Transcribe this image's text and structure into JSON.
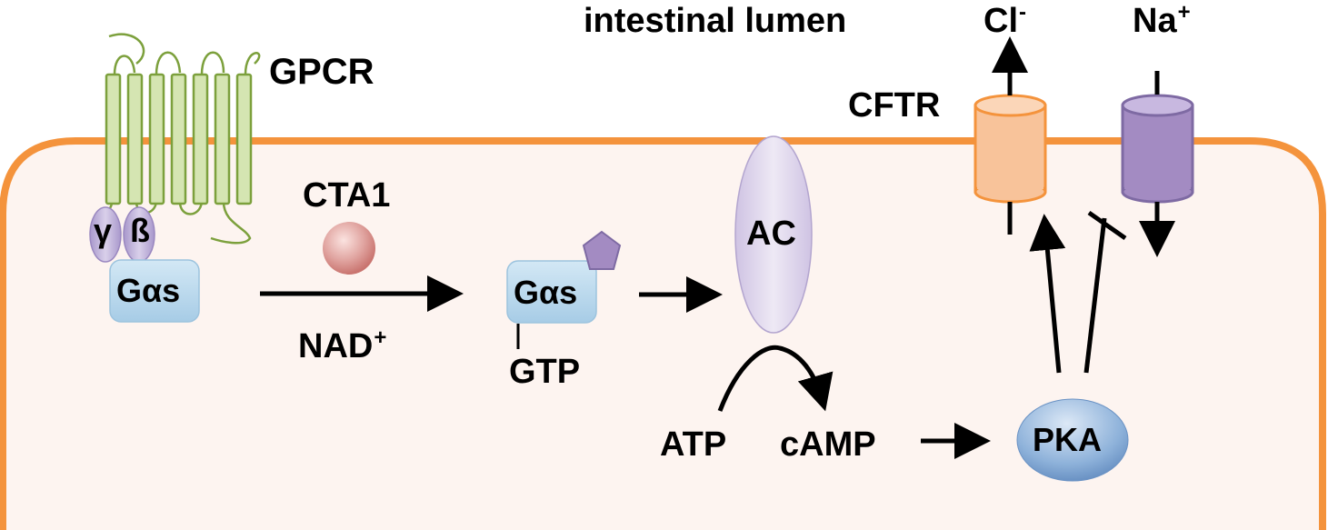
{
  "labels": {
    "lumen": "intestinal lumen",
    "gpcr": "GPCR",
    "gamma": "γ",
    "beta": "ß",
    "gas_left": "Gαs",
    "cta1": "CTA1",
    "nad": "NAD",
    "nad_sup": "+",
    "gas_right": "Gαs",
    "gtp": "GTP",
    "ac": "AC",
    "atp": "ATP",
    "camp": "cAMP",
    "pka": "PKA",
    "cftr": "CFTR",
    "cl": "Cl",
    "cl_sup": "-",
    "na": "Na",
    "na_sup": "+"
  },
  "colors": {
    "membrane": "#F4933C",
    "cytoplasm": "#FDF4F0",
    "gpcr": "#7CA03C",
    "gpcr_fill": "#D5E5B2",
    "subunit": "#B7A8D4",
    "galpha": "#BCD9EC",
    "cta1": "#D98B87",
    "cftr": "#F8C39A",
    "enac": "#A38BC2",
    "ac": "#DCD4EA",
    "pka": "#7EA6D2"
  }
}
